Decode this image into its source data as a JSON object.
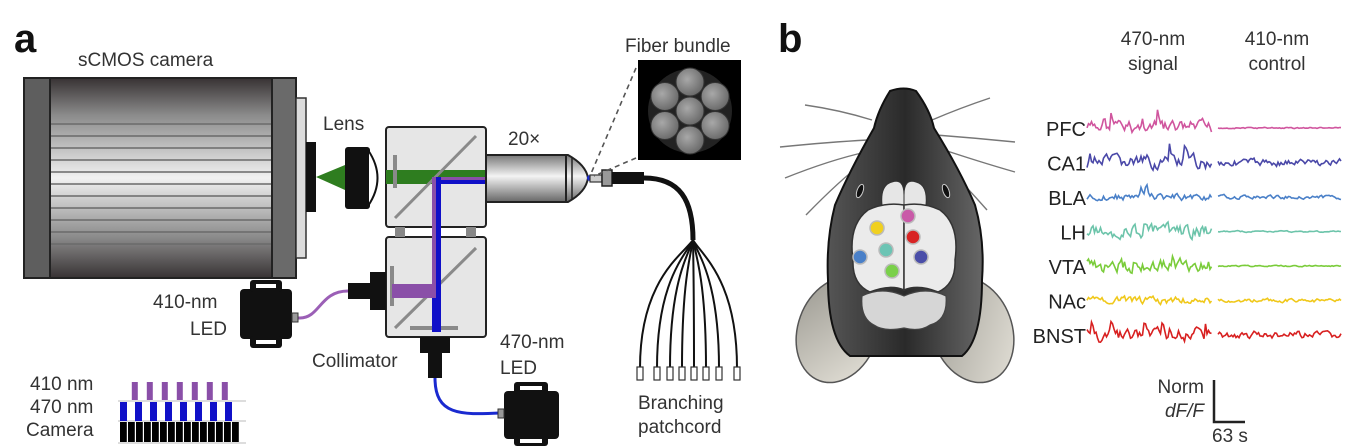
{
  "panels": {
    "a": {
      "letter": "a",
      "labels": {
        "camera": "sCMOS camera",
        "lens": "Lens",
        "objective": "20×",
        "fiber_bundle": "Fiber bundle",
        "led410_line1": "410-nm",
        "led410_line2": "LED",
        "led470_line1": "470-nm",
        "led470_line2": "LED",
        "collimator": "Collimator",
        "patchcord_line1": "Branching",
        "patchcord_line2": "patchcord"
      },
      "timing": {
        "rows": [
          "410 nm",
          "470 nm",
          "Camera"
        ],
        "pulses_410": 7,
        "pulses_470": 8,
        "camera_frames": 15
      },
      "patchcord_branches": 8,
      "colors": {
        "green_beam": "#2e7d1f",
        "blue_beam": "#1010c8",
        "violet_beam": "#8a4fa8",
        "violet_fiber": "#9b5fb6",
        "blue_fiber": "#1a2ad0"
      }
    },
    "b": {
      "letter": "b",
      "column_headers": {
        "signal_line1": "470-nm",
        "signal_line2": "signal",
        "control_line1": "410-nm",
        "control_line2": "control"
      },
      "scalebar": {
        "y_line1": "Norm",
        "y_line2": "dF/F",
        "x_label": "63 s"
      }
    }
  },
  "chart_data": {
    "type": "line",
    "title": "",
    "xlabel": "time (scale bar 63 s)",
    "ylabel": "Norm dF/F",
    "columns": [
      "470-nm signal",
      "410-nm control"
    ],
    "series": [
      {
        "name": "PFC",
        "color": "#d0559e",
        "signal_variability": "high",
        "control_variability": "very low",
        "brain_site_color": "#c95aa8"
      },
      {
        "name": "CA1",
        "color": "#4a48a8",
        "signal_variability": "high",
        "control_variability": "moderate",
        "brain_site_color": "#4a4ea8"
      },
      {
        "name": "BLA",
        "color": "#4a80c8",
        "signal_variability": "moderate",
        "control_variability": "low",
        "brain_site_color": "#4a80c8"
      },
      {
        "name": "LH",
        "color": "#6cc4aa",
        "signal_variability": "high",
        "control_variability": "very low",
        "brain_site_color": "#6cc4b4"
      },
      {
        "name": "VTA",
        "color": "#7acc3a",
        "signal_variability": "high",
        "control_variability": "very low",
        "brain_site_color": "#7ad04a"
      },
      {
        "name": "NAc",
        "color": "#f0c81a",
        "signal_variability": "moderate",
        "control_variability": "low",
        "brain_site_color": "#f0d020"
      },
      {
        "name": "BNST",
        "color": "#d82020",
        "signal_variability": "high",
        "control_variability": "moderate",
        "brain_site_color": "#d82424"
      }
    ]
  }
}
